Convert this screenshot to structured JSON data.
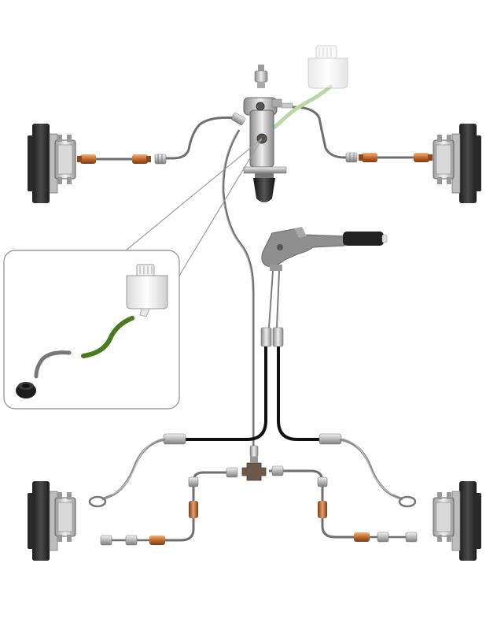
{
  "diagram": {
    "colors": {
      "background": "#ffffff",
      "steel_line": "#6f6f6f",
      "steel_line_highlight": "#a9a9a9",
      "cable_black": "#111111",
      "fitting_silver": "#c8c8c8",
      "fitting_copper": "#c26a2e",
      "reservoir_hose_green": "#4a7a1e",
      "reservoir_hose_faded": "#b9d8a6",
      "brake_drum": "#333333",
      "wheel_cylinder": "#c9c9c9",
      "handbrake_lever": "#8f8f8f",
      "handbrake_grip": "#222222",
      "inset_border": "#9c9c9c"
    },
    "components": [
      {
        "name": "master-cylinder",
        "icon": "master-cylinder-icon"
      },
      {
        "name": "fluid-reservoir",
        "icon": "reservoir-icon"
      },
      {
        "name": "handbrake-lever",
        "icon": "handbrake-lever-icon"
      },
      {
        "name": "front-left-brake",
        "icon": "brake-drum-icon"
      },
      {
        "name": "front-right-brake",
        "icon": "brake-drum-icon"
      },
      {
        "name": "rear-left-brake",
        "icon": "brake-drum-icon"
      },
      {
        "name": "rear-right-brake",
        "icon": "brake-drum-icon"
      },
      {
        "name": "rear-t-piece",
        "icon": "t-connector-icon"
      },
      {
        "name": "inset-reservoir-detail",
        "icon": "magnifier-inset-icon"
      }
    ]
  }
}
